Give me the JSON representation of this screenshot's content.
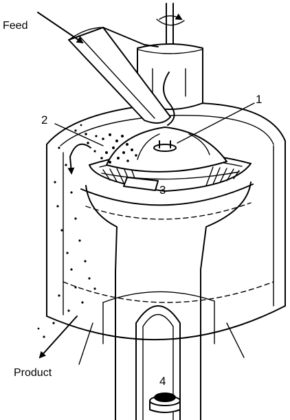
{
  "labels": {
    "feed": "Feed",
    "product": "Product",
    "num_1": "1",
    "num_2": "2",
    "num_3": "3",
    "num_4": "4"
  },
  "colors": {
    "ink": "#000000",
    "background": "#ffffff"
  }
}
